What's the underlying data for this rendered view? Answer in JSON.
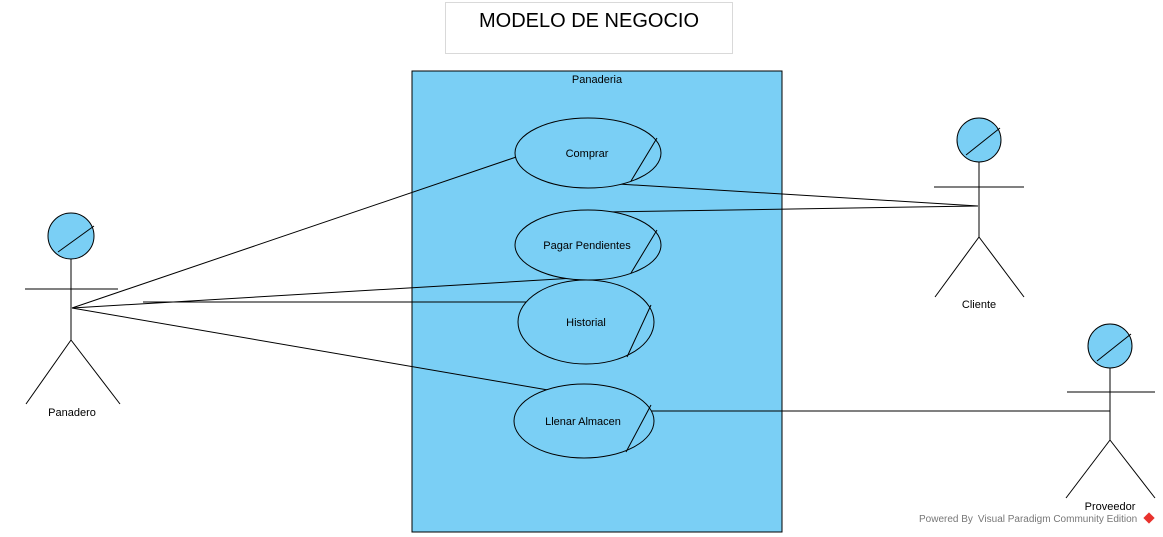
{
  "title": "MODELO DE NEGOCIO",
  "system": {
    "label": "Panaderia",
    "fill": "#7acff5",
    "stroke": "#000000"
  },
  "use_cases": {
    "comprar": "Comprar",
    "pagar": "Pagar Pendientes",
    "historial": "Historial",
    "llenar": "Llenar Almacen"
  },
  "actors": {
    "panadero": "Panadero",
    "cliente": "Cliente",
    "proveedor": "Proveedor"
  },
  "footer": {
    "text": "Powered By Visual Paradigm Community Edition"
  },
  "colors": {
    "actor_head": "#7acff5",
    "use_case_fill": "#7acff5",
    "line": "#000000"
  }
}
